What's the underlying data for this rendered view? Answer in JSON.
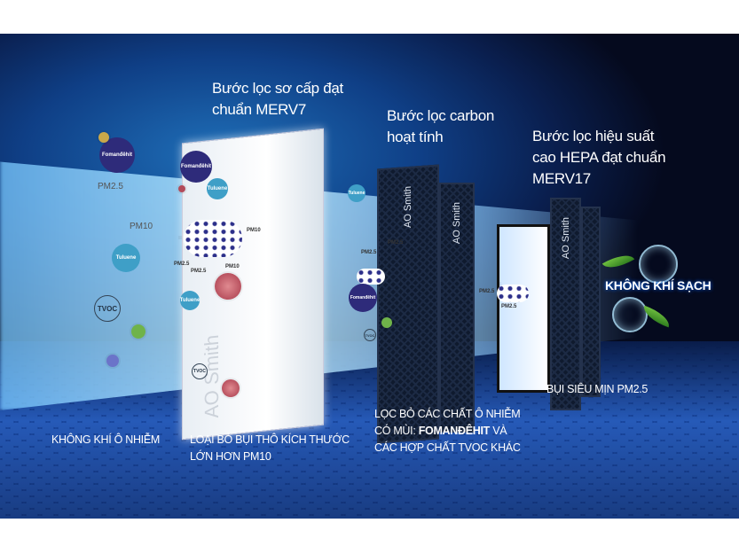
{
  "stages": [
    {
      "title_line1": "Bước lọc sơ cấp đạt",
      "title_line2": "chuẩn MERV7",
      "caption_line1": "LOẠI BỎ BỤI THÔ KÍCH THƯỚC",
      "caption_line2": "LỚN HƠN PM10"
    },
    {
      "title_line1": "Bước lọc carbon",
      "title_line2": "hoạt tính",
      "caption_line1": "LỌC BỎ CÁC CHẤT Ô NHIỄM",
      "caption_line2a": "CÓ MÙI: ",
      "caption_line2b": "FOMANĐÊHIT",
      "caption_line2c": " VÀ",
      "caption_line3": "CÁC HỢP CHẤT TVOC KHÁC"
    },
    {
      "title_line1": "Bước lọc hiệu suất",
      "title_line2": "cao HEPA đạt chuẩn",
      "title_line3": "MERV17",
      "caption_line1": "BỤI SIÊU MỊN PM2.5"
    }
  ],
  "input_label": "KHÔNG KHÍ Ô NHIỄM",
  "output_label": "KHÔNG KHÍ SẠCH",
  "pollutants": {
    "formaldehyde": "Fomanđêhit",
    "toluene": "Tuluene",
    "tvoc": "TVOC",
    "pm25": "PM2.5",
    "pm10": "PM10"
  },
  "brand": "A.O. Smith",
  "filter_brand_short": "AO Smith",
  "colors": {
    "background": "#0f3f86",
    "purple_bubble": "#2e2b7a",
    "teal_bubble": "#3f9fc7"
  }
}
